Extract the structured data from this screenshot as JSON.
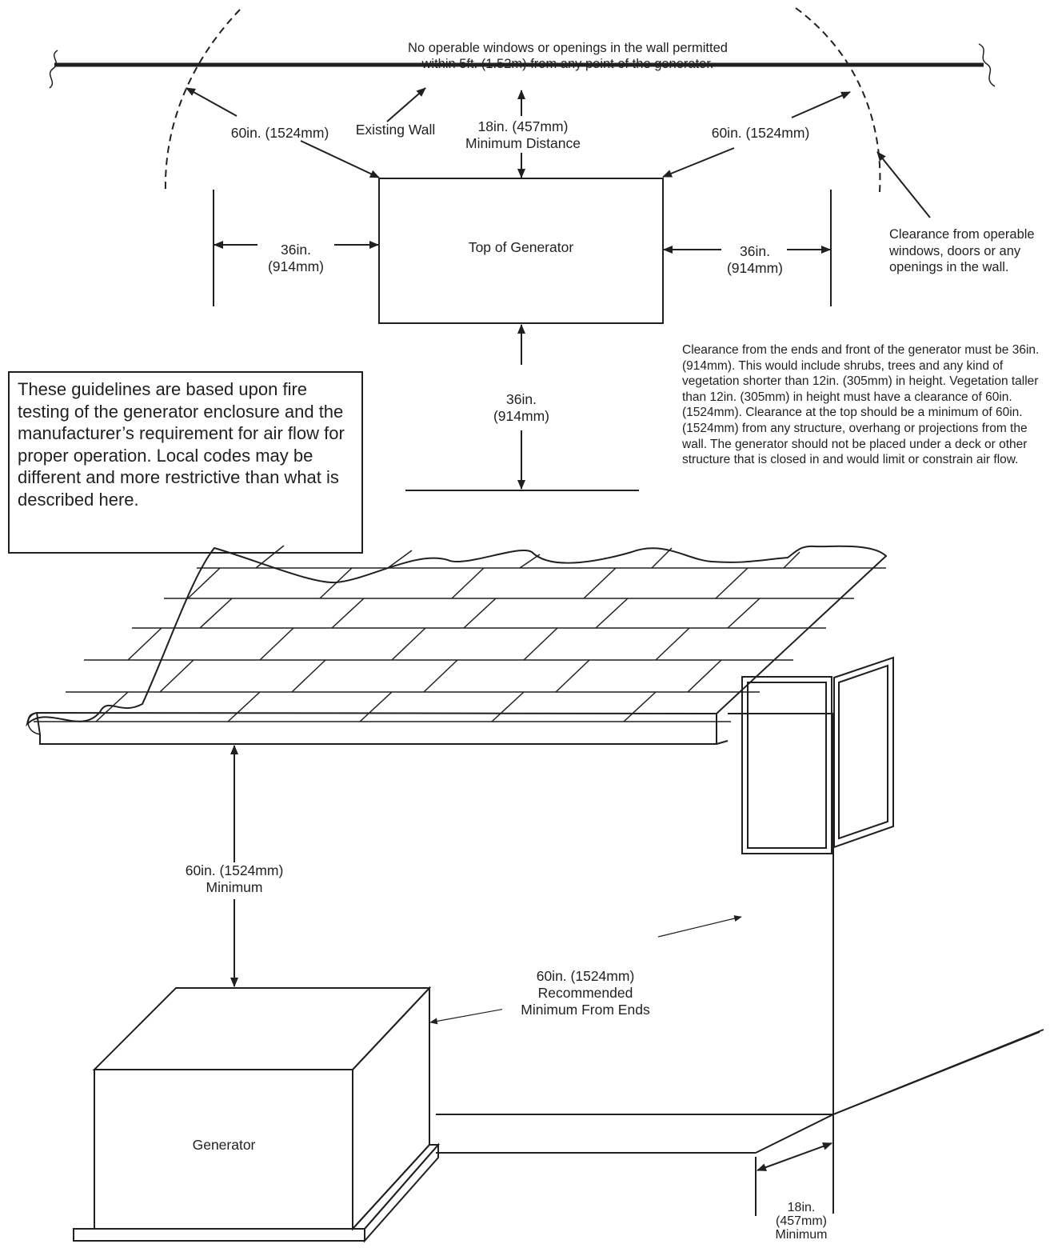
{
  "colors": {
    "line": "#231f20",
    "background": "#ffffff"
  },
  "top_plan": {
    "wall_note": "No operable windows or openings in the wall permitted\nwithin 5ft. (1.52m) from any point of the generator.",
    "left_diag_label": "60in. (1524mm)",
    "right_diag_label": "60in. (1524mm)",
    "wall_label": "Existing Wall",
    "min_distance_label": "18in. (457mm)\nMinimum Distance",
    "generator_label": "Top of Generator",
    "left_clearance_label": "36in.\n(914mm)",
    "right_clearance_label": "36in.\n(914mm)",
    "front_clearance_label": "36in.\n(914mm)",
    "opening_clearance_label": "Clearance from operable\nwindows, doors or any\nopenings in the wall."
  },
  "guideline_box": {
    "text": "These guidelines are based upon fire testing of the generator enclosure and the manufacturer’s requirement for air flow for proper operation. Local codes may be different and more restrictive than what is described here."
  },
  "clearance_notes": "Clearance from the ends and front of the generator must be 36in. (914mm). This would include shrubs, trees and any kind of vegetation shorter than 12in. (305mm) in height. Vegetation taller than 12in. (305mm) in height must have a clearance of 60in. (1524mm). Clearance at the top should be a minimum of 60in. (1524mm) from any structure, overhang or projections from the wall. The generator should not be placed under a deck or other structure that is closed in and would limit or constrain air flow.",
  "perspective": {
    "overhang_label": "60in. (1524mm)\nMinimum",
    "window_label": "60in. (1524mm)\nRecommended\nMinimum From Ends",
    "generator_label": "Generator",
    "wall_gap_label": "18in.\n(457mm)\nMinimum"
  }
}
